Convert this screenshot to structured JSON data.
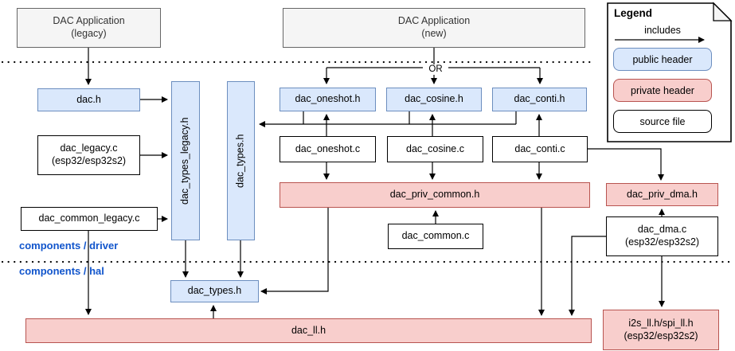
{
  "or_label": "OR",
  "sections": {
    "driver_label": "components / driver",
    "hal_label": "components / hal"
  },
  "legend": {
    "title": "Legend",
    "includes_label": "includes",
    "public_header_label": "public header",
    "private_header_label": "private header",
    "source_file_label": "source file"
  },
  "nodes": {
    "app_legacy": {
      "line1": "DAC Application",
      "line2": "(legacy)"
    },
    "app_new": {
      "line1": "DAC Application",
      "line2": "(new)"
    },
    "dac_h": {
      "label": "dac.h"
    },
    "dac_legacy_c": {
      "line1": "dac_legacy.c",
      "line2": "(esp32/esp32s2)"
    },
    "dac_common_legacy_c": {
      "label": "dac_common_legacy.c"
    },
    "dac_types_legacy_h": {
      "label": "dac_types_legacy.h"
    },
    "dac_types_h_driver": {
      "label": "dac_types.h"
    },
    "dac_oneshot_h": {
      "label": "dac_oneshot.h"
    },
    "dac_cosine_h": {
      "label": "dac_cosine.h"
    },
    "dac_conti_h": {
      "label": "dac_conti.h"
    },
    "dac_oneshot_c": {
      "label": "dac_oneshot.c"
    },
    "dac_cosine_c": {
      "label": "dac_cosine.c"
    },
    "dac_conti_c": {
      "label": "dac_conti.c"
    },
    "dac_priv_common_h": {
      "label": "dac_priv_common.h"
    },
    "dac_common_c": {
      "label": "dac_common.c"
    },
    "dac_priv_dma_h": {
      "label": "dac_priv_dma.h"
    },
    "dac_dma_c": {
      "line1": "dac_dma.c",
      "line2": "(esp32/esp32s2)"
    },
    "dac_types_h_hal": {
      "label": "dac_types.h"
    },
    "dac_ll_h": {
      "label": "dac_ll.h"
    },
    "i2s_spi_ll": {
      "line1": "i2s_ll.h/spi_ll.h",
      "line2": "(esp32/esp32s2)"
    }
  },
  "edges": [
    "DAC Application (legacy) -> dac.h",
    "dac.h -> dac_types_legacy.h",
    "dac_legacy.c -> dac_types_legacy.h",
    "dac_common_legacy.c -> dac_types_legacy.h",
    "dac_common_legacy.c -> dac_ll.h",
    "DAC Application (new) -> dac_oneshot.h (OR)",
    "DAC Application (new) -> dac_cosine.h (OR)",
    "DAC Application (new) -> dac_conti.h (OR)",
    "dac_oneshot.h -> dac_types.h (driver)",
    "dac_cosine.h -> dac_types.h (driver)",
    "dac_conti.h -> dac_types.h (driver)",
    "dac_oneshot.c -> dac_oneshot.h",
    "dac_cosine.c -> dac_cosine.h",
    "dac_conti.c -> dac_conti.h",
    "dac_oneshot.c -> dac_priv_common.h",
    "dac_cosine.c -> dac_priv_common.h",
    "dac_conti.c -> dac_priv_common.h",
    "dac_common.c -> dac_priv_common.h",
    "dac_conti.c -> dac_priv_dma.h",
    "dac_dma.c -> dac_priv_dma.h",
    "dac_dma.c -> dac_ll.h",
    "dac_dma.c -> i2s_ll.h/spi_ll.h",
    "dac_priv_common.h -> dac_types.h (hal)",
    "dac_priv_common.h -> dac_ll.h",
    "dac_types_legacy.h -> dac_types.h (hal)",
    "dac_types.h (driver) -> dac_types.h (hal)",
    "dac_ll.h -> dac_types.h (hal)"
  ],
  "colors": {
    "public_fill": "#dae8fc",
    "public_stroke": "#6c8ebf",
    "private_fill": "#f8cecc",
    "private_stroke": "#b85450",
    "app_fill": "#f5f5f5",
    "app_stroke": "#666666",
    "source_fill": "#ffffff",
    "source_stroke": "#000000",
    "section_label_color": "#1155cc",
    "edge_color": "#000000"
  }
}
